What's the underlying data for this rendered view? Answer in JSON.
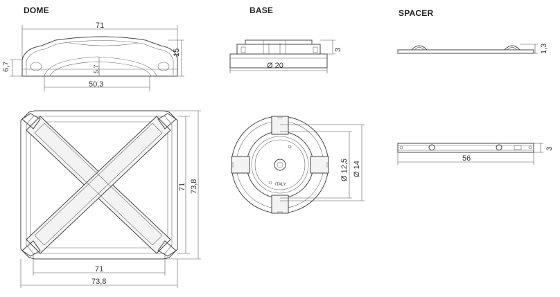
{
  "titles": {
    "dome": "DOME",
    "base": "BASE",
    "spacer": "SPACER"
  },
  "dims": {
    "dome_width": "71",
    "dome_height": "15",
    "dome_edge": "6,7",
    "dome_inner_h": "5,7",
    "dome_inner_w": "50,3",
    "top_height_inner": "71",
    "top_height_outer": "73,8",
    "top_width_inner": "71",
    "top_width_outer": "73,8",
    "base_height": "3",
    "base_diameter": "Ø 20",
    "base_inner_dia": "Ø 12,5",
    "base_outer_dia": "Ø 14",
    "spacer_height": "1,3",
    "spacer_thick": "3",
    "spacer_length": "56"
  },
  "marks": {
    "italy": "ITALY"
  }
}
